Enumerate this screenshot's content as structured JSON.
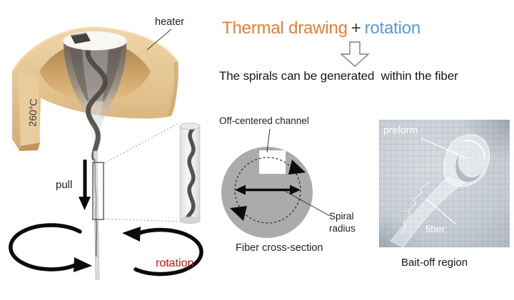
{
  "title": {
    "thermal_drawing": "Thermal drawing",
    "plus": "+",
    "rotation": "rotation"
  },
  "subtitle": "The spirals can be generated  within the fiber",
  "drawing_tower": {
    "heater_label": "heater",
    "temperature": "260°C",
    "pull_label": "pull",
    "rotation_label": "rotation"
  },
  "cross_section": {
    "channel_label": "Off-centered channel",
    "spiral_radius_line1": "Spiral",
    "spiral_radius_line2": "radius",
    "caption": "Fiber cross-section"
  },
  "photo": {
    "preform_label": "preform",
    "fiber_label": "fiber",
    "caption": "Bait-off region"
  },
  "colors": {
    "title_orange": "#ED7D31",
    "title_blue": "#5B9BD5",
    "rotation_red": "#FF0000",
    "heater_tan": "#E2C08C",
    "cross_section_gray": "#ABABAB"
  }
}
